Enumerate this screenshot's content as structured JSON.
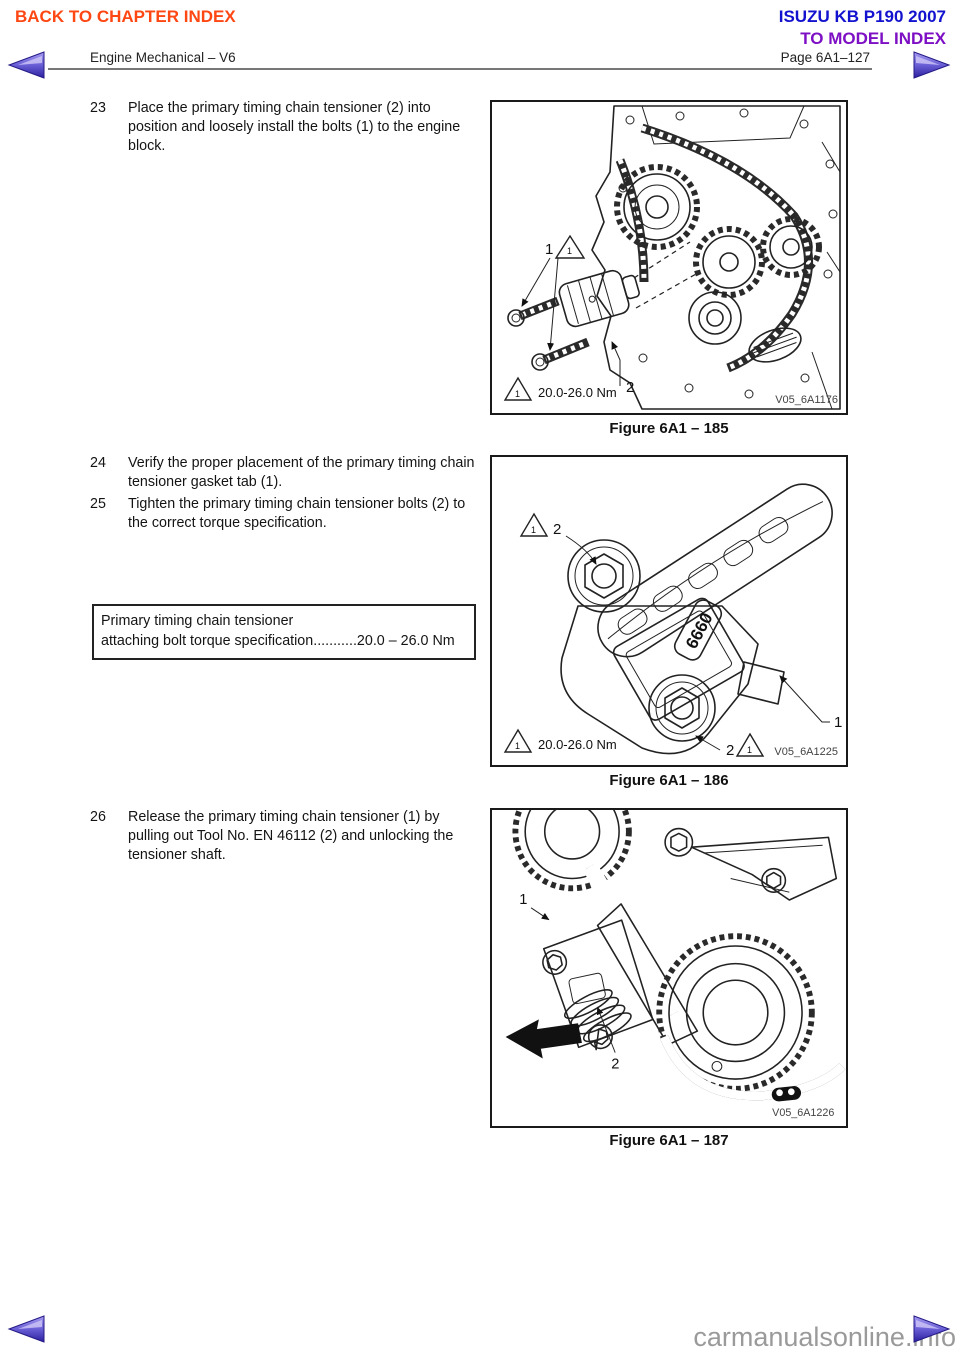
{
  "nav": {
    "back_to_chapter": "BACK TO CHAPTER INDEX",
    "title": "ISUZU KB P190 2007",
    "to_model_index": "TO MODEL INDEX",
    "section": "Engine Mechanical – V6",
    "page": "Page 6A1–127"
  },
  "colors": {
    "back_link": "#ff4713",
    "title": "#1212cf",
    "model_index": "#7d0fc4",
    "arrow": "#5b4fd0"
  },
  "steps": [
    {
      "num": "23",
      "text": "Place the primary timing chain tensioner (2) into position and loosely install the bolts (1) to the engine block."
    },
    {
      "num": "24",
      "text": "Verify the proper placement of the primary timing chain tensioner gasket tab (1)."
    },
    {
      "num": "25",
      "text": "Tighten the primary timing chain tensioner bolts (2) to the correct torque specification."
    },
    {
      "num": "26",
      "text": "Release the primary timing chain tensioner (1) by pulling out Tool No. EN 46112 (2) and unlocking the tensioner shaft."
    }
  ],
  "spec_box": {
    "line1": "Primary timing chain tensioner",
    "line2": "attaching bolt torque specification",
    "dots": "...........",
    "value": "20.0 – 26.0 Nm"
  },
  "figures": [
    {
      "caption": "Figure 6A1 – 185",
      "ref": "V05_6A1176",
      "warn_index": "1",
      "torque_note": "20.0-26.0 Nm",
      "callouts": [
        "1",
        "2"
      ]
    },
    {
      "caption": "Figure 6A1 – 186",
      "ref": "V05_6A1225",
      "warn_index": "1",
      "torque_note": "20.0-26.0 Nm",
      "callouts": [
        "2",
        "1",
        "2"
      ],
      "stamp": "6660"
    },
    {
      "caption": "Figure 6A1 – 187",
      "ref": "V05_6A1226",
      "callouts": [
        "1",
        "2"
      ]
    }
  ],
  "footer": {
    "watermark": "carmanualsonline.info"
  }
}
